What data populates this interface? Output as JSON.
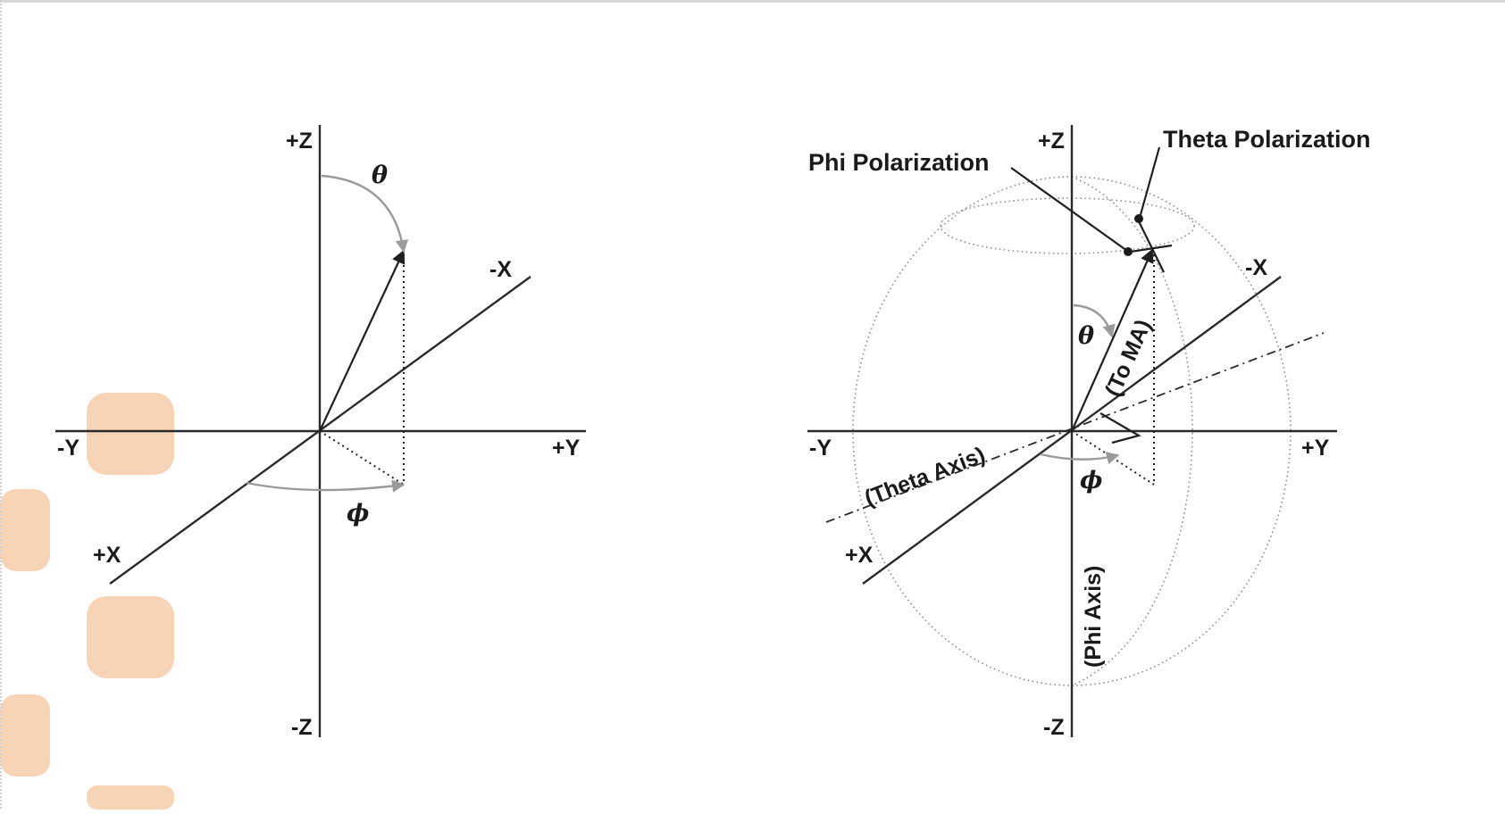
{
  "diagram_left": {
    "axes": {
      "plus_z": "+Z",
      "minus_z": "-Z",
      "minus_x": "-X",
      "plus_x": "+X",
      "minus_y": "-Y",
      "plus_y": "+Y"
    },
    "theta_symbol": "θ",
    "phi_symbol": "ϕ"
  },
  "diagram_right": {
    "axes": {
      "plus_z": "+Z",
      "minus_z": "-Z",
      "minus_x": "-X",
      "plus_x": "+X",
      "minus_y": "-Y",
      "plus_y": "+Y"
    },
    "theta_symbol": "θ",
    "phi_symbol": "ϕ",
    "phi_polarization": "Phi Polarization",
    "theta_polarization": "Theta Polarization",
    "to_ma": "(To MA)",
    "theta_axis": "(Theta Axis)",
    "phi_axis": "(Phi Axis)"
  },
  "colors": {
    "seal": "#f6c59e",
    "arc": "#9a9a9a",
    "line": "#2a2a2a"
  }
}
